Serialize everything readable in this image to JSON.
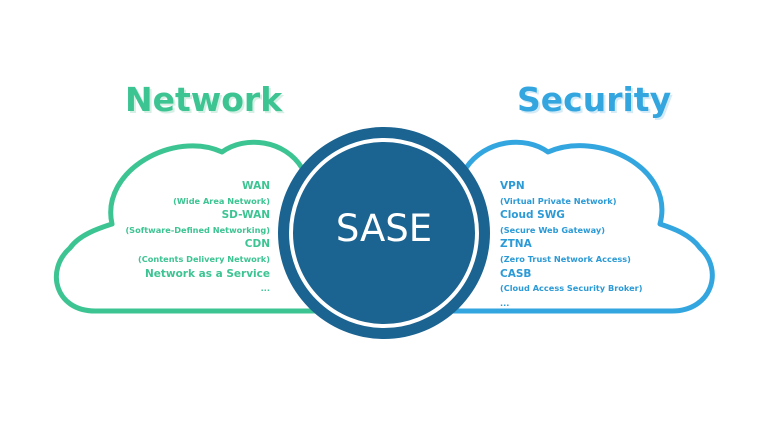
{
  "colors": {
    "network_green": "#3dc493",
    "security_blue": "#33a6e0",
    "sase_navy": "#1b6390"
  },
  "network": {
    "heading": "Network",
    "items": [
      {
        "text": "WAN",
        "size": "big"
      },
      {
        "text": "(Wide Area Network)",
        "size": "small"
      },
      {
        "text": "SD-WAN",
        "size": "big"
      },
      {
        "text": "(Software-Defined Networking)",
        "size": "small"
      },
      {
        "text": "CDN",
        "size": "big"
      },
      {
        "text": "(Contents Delivery Network)",
        "size": "small"
      },
      {
        "text": "Network as a Service",
        "size": "big"
      },
      {
        "text": "...",
        "size": "small"
      }
    ]
  },
  "security": {
    "heading": "Security",
    "items": [
      {
        "text": "VPN",
        "size": "big"
      },
      {
        "text": "(Virtual Private Network)",
        "size": "small"
      },
      {
        "text": "Cloud SWG",
        "size": "big"
      },
      {
        "text": "(Secure Web Gateway)",
        "size": "small"
      },
      {
        "text": "ZTNA",
        "size": "big"
      },
      {
        "text": "(Zero Trust Network Access)",
        "size": "small"
      },
      {
        "text": "CASB",
        "size": "big"
      },
      {
        "text": "(Cloud Access Security Broker)",
        "size": "small"
      },
      {
        "text": "...",
        "size": "small"
      }
    ]
  },
  "center": {
    "label": "SASE"
  }
}
